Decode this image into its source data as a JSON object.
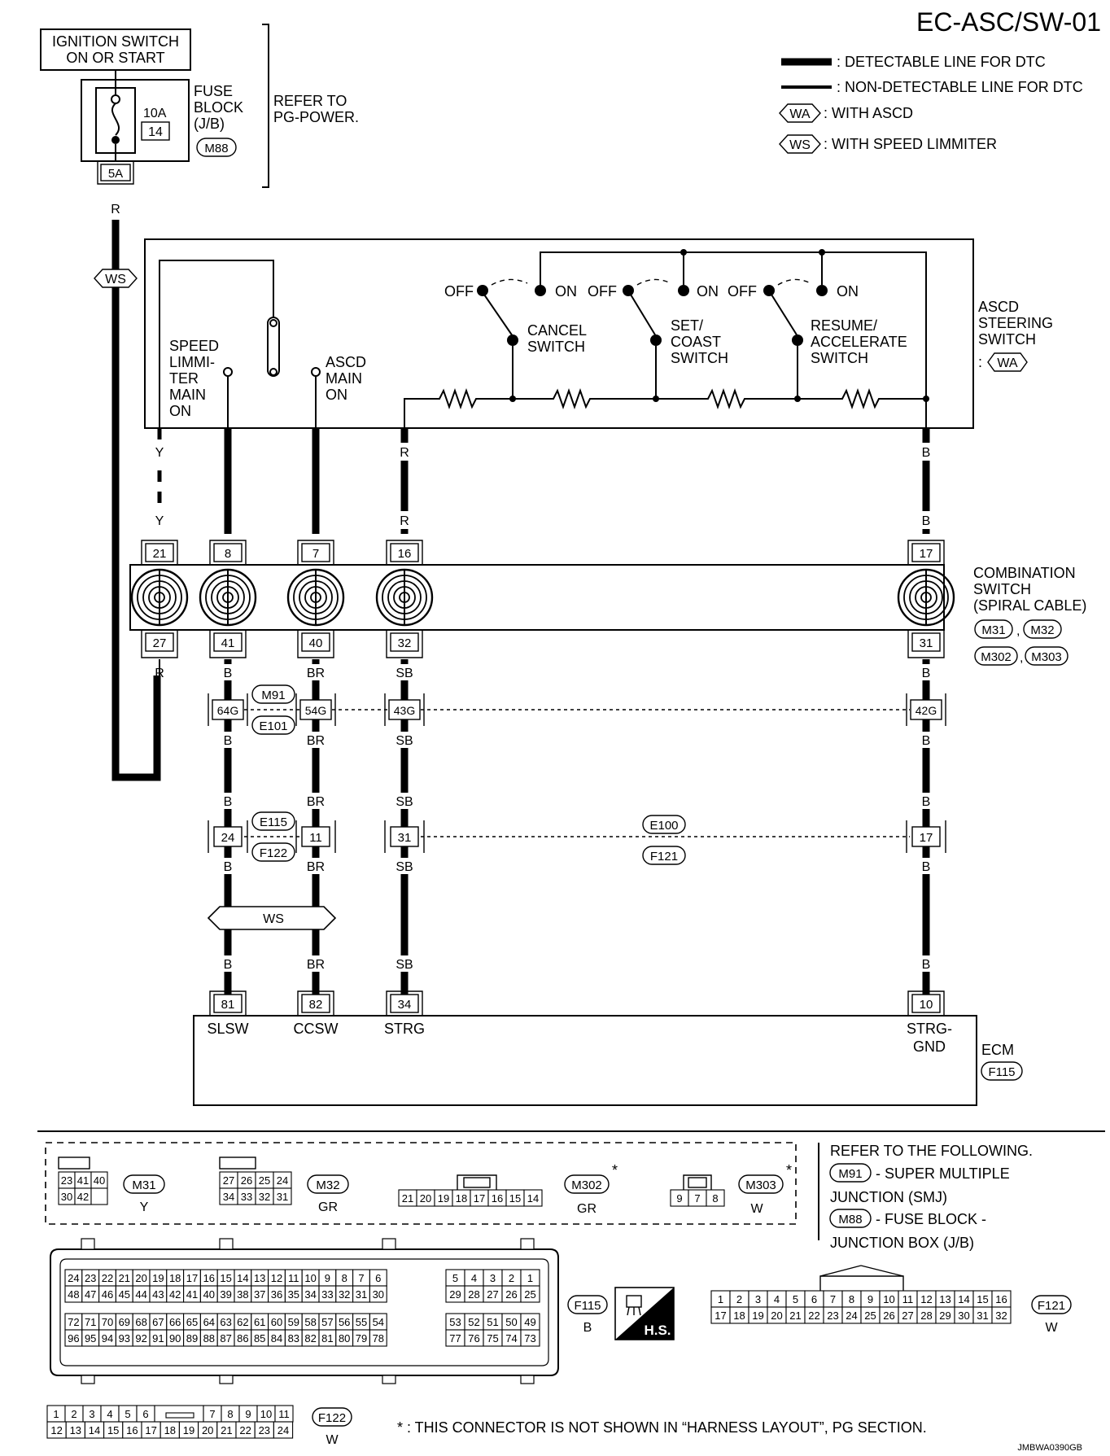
{
  "title": "EC-ASC/SW-01",
  "footer_code": "JMBWA0390GB",
  "legend": {
    "detectable": ": DETECTABLE LINE FOR DTC",
    "non_detectable": ": NON-DETECTABLE LINE FOR DTC",
    "wa_tag": "WA",
    "wa_text": ": WITH ASCD",
    "ws_tag": "WS",
    "ws_text": ": WITH SPEED LIMMITER"
  },
  "ignition": {
    "line1": "IGNITION SWITCH",
    "line2": "ON OR START"
  },
  "fuse": {
    "label1": "FUSE",
    "label2": "BLOCK",
    "label3": "(J/B)",
    "amp": "10A",
    "number": "14",
    "connector": "M88",
    "terminal": "5A",
    "refer1": "REFER TO",
    "refer2": "PG-POWER."
  },
  "wires": {
    "r": "R",
    "y": "Y",
    "b": "B",
    "br": "BR",
    "sb": "SB",
    "ws": "WS"
  },
  "steering": {
    "off": "OFF",
    "on": "ON",
    "cancel1": "CANCEL",
    "cancel2": "SWITCH",
    "set1": "SET/",
    "set2": "COAST",
    "set3": "SWITCH",
    "resume1": "RESUME/",
    "resume2": "ACCELERATE",
    "resume3": "SWITCH",
    "speed1": "SPEED",
    "speed2": "LIMMI-",
    "speed3": "TER",
    "speed4": "MAIN",
    "speed5": "ON",
    "ascd1": "ASCD",
    "ascd2": "MAIN",
    "ascd3": "ON",
    "name1": "ASCD",
    "name2": "STEERING",
    "name3": "SWITCH",
    "name4": ":",
    "wa": "WA"
  },
  "combination": {
    "name1": "COMBINATION",
    "name2": "SWITCH",
    "name3": "(SPIRAL CABLE)",
    "c1": "M31",
    "c2": "M32",
    "c3": "M302",
    "c4": "M303",
    "sep": ",",
    "top_pins": [
      "21",
      "8",
      "7",
      "16",
      "17"
    ],
    "bottom_pins": [
      "27",
      "41",
      "40",
      "32",
      "31"
    ]
  },
  "junction1": {
    "c_top": "M91",
    "c_bottom": "E101",
    "pins": [
      "64G",
      "54G",
      "43G",
      "42G"
    ]
  },
  "junction2": {
    "c_top": "E115",
    "c_bottom": "F122",
    "c_mid_top": "E100",
    "c_mid_bottom": "F121",
    "pins": [
      "24",
      "11",
      "31",
      "17"
    ]
  },
  "ecm": {
    "name": "ECM",
    "connector": "F115",
    "pins": [
      "81",
      "82",
      "34",
      "10"
    ],
    "labels": [
      "SLSW",
      "CCSW",
      "STRG",
      "STRG-",
      "GND"
    ]
  },
  "refer_following": {
    "title": "REFER TO THE FOLLOWING.",
    "m91": "M91",
    "m91_text1": "- SUPER MULTIPLE",
    "m91_text2": "JUNCTION (SMJ)",
    "m88": "M88",
    "m88_text1": "- FUSE BLOCK -",
    "m88_text2": "JUNCTION  BOX (J/B)"
  },
  "connectors": {
    "m31": {
      "name": "M31",
      "color": "Y",
      "row1": [
        "23",
        "41",
        "40"
      ],
      "row2": [
        "30",
        "42",
        ""
      ]
    },
    "m32": {
      "name": "M32",
      "color": "GR",
      "row1": [
        "27",
        "26",
        "25",
        "24"
      ],
      "row2": [
        "34",
        "33",
        "32",
        "31"
      ]
    },
    "m302": {
      "name": "M302",
      "color": "GR",
      "star": "*",
      "pins": [
        "21",
        "20",
        "19",
        "18",
        "17",
        "16",
        "15",
        "14"
      ]
    },
    "m303": {
      "name": "M303",
      "color": "W",
      "star": "*",
      "pins": [
        "9",
        "7",
        "8"
      ]
    },
    "f115": {
      "name": "F115",
      "color": "B",
      "row1a": [
        "24",
        "23",
        "22",
        "21",
        "20",
        "19",
        "18",
        "17",
        "16",
        "15",
        "14",
        "13",
        "12",
        "11",
        "10",
        "9",
        "8",
        "7",
        "6"
      ],
      "row1b": [
        "5",
        "4",
        "3",
        "2",
        "1"
      ],
      "row2a": [
        "48",
        "47",
        "46",
        "45",
        "44",
        "43",
        "42",
        "41",
        "40",
        "39",
        "38",
        "37",
        "36",
        "35",
        "34",
        "33",
        "32",
        "31",
        "30"
      ],
      "row2b": [
        "29",
        "28",
        "27",
        "26",
        "25"
      ],
      "row3a": [
        "72",
        "71",
        "70",
        "69",
        "68",
        "67",
        "66",
        "65",
        "64",
        "63",
        "62",
        "61",
        "60",
        "59",
        "58",
        "57",
        "56",
        "55",
        "54"
      ],
      "row3b": [
        "53",
        "52",
        "51",
        "50",
        "49"
      ],
      "row4a": [
        "96",
        "95",
        "94",
        "93",
        "92",
        "91",
        "90",
        "89",
        "88",
        "87",
        "86",
        "85",
        "84",
        "83",
        "82",
        "81",
        "80",
        "79",
        "78"
      ],
      "row4b": [
        "77",
        "76",
        "75",
        "74",
        "73"
      ]
    },
    "hs": "H.S.",
    "f121": {
      "name": "F121",
      "color": "W",
      "row1": [
        "1",
        "2",
        "3",
        "4",
        "5",
        "6",
        "7",
        "8",
        "9",
        "10",
        "11",
        "12",
        "13",
        "14",
        "15",
        "16"
      ],
      "row2": [
        "17",
        "18",
        "19",
        "20",
        "21",
        "22",
        "23",
        "24",
        "25",
        "26",
        "27",
        "28",
        "29",
        "30",
        "31",
        "32"
      ]
    },
    "f122": {
      "name": "F122",
      "color": "W",
      "row1a": [
        "1",
        "2",
        "3",
        "4",
        "5",
        "6"
      ],
      "row1b": [
        "7",
        "8",
        "9",
        "10",
        "11"
      ],
      "row2": [
        "12",
        "13",
        "14",
        "15",
        "16",
        "17",
        "18",
        "19",
        "20",
        "21",
        "22",
        "23",
        "24"
      ]
    }
  },
  "note": "* : THIS CONNECTOR IS NOT SHOWN IN “HARNESS LAYOUT”, PG SECTION."
}
